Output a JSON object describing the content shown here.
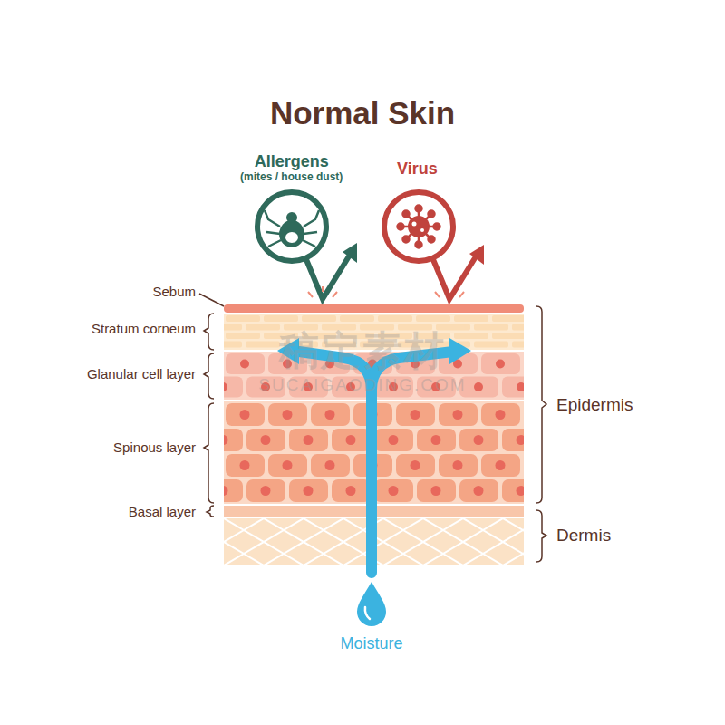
{
  "diagram": {
    "title": "Normal Skin",
    "nodes": [
      {
        "text": [
          "Allergens",
          "(mites / house dust)"
        ]
      },
      {
        "text": [
          "Virus"
        ]
      }
    ],
    "labels": [
      "Sebum",
      "Stratum corneum",
      "Glanular cell layer",
      "Spinous layer",
      "Basal layer",
      "Epidermis",
      "Dermis",
      "Moisture",
      "稿定素材",
      "SUCAIGAODING.COM"
    ]
  }
}
